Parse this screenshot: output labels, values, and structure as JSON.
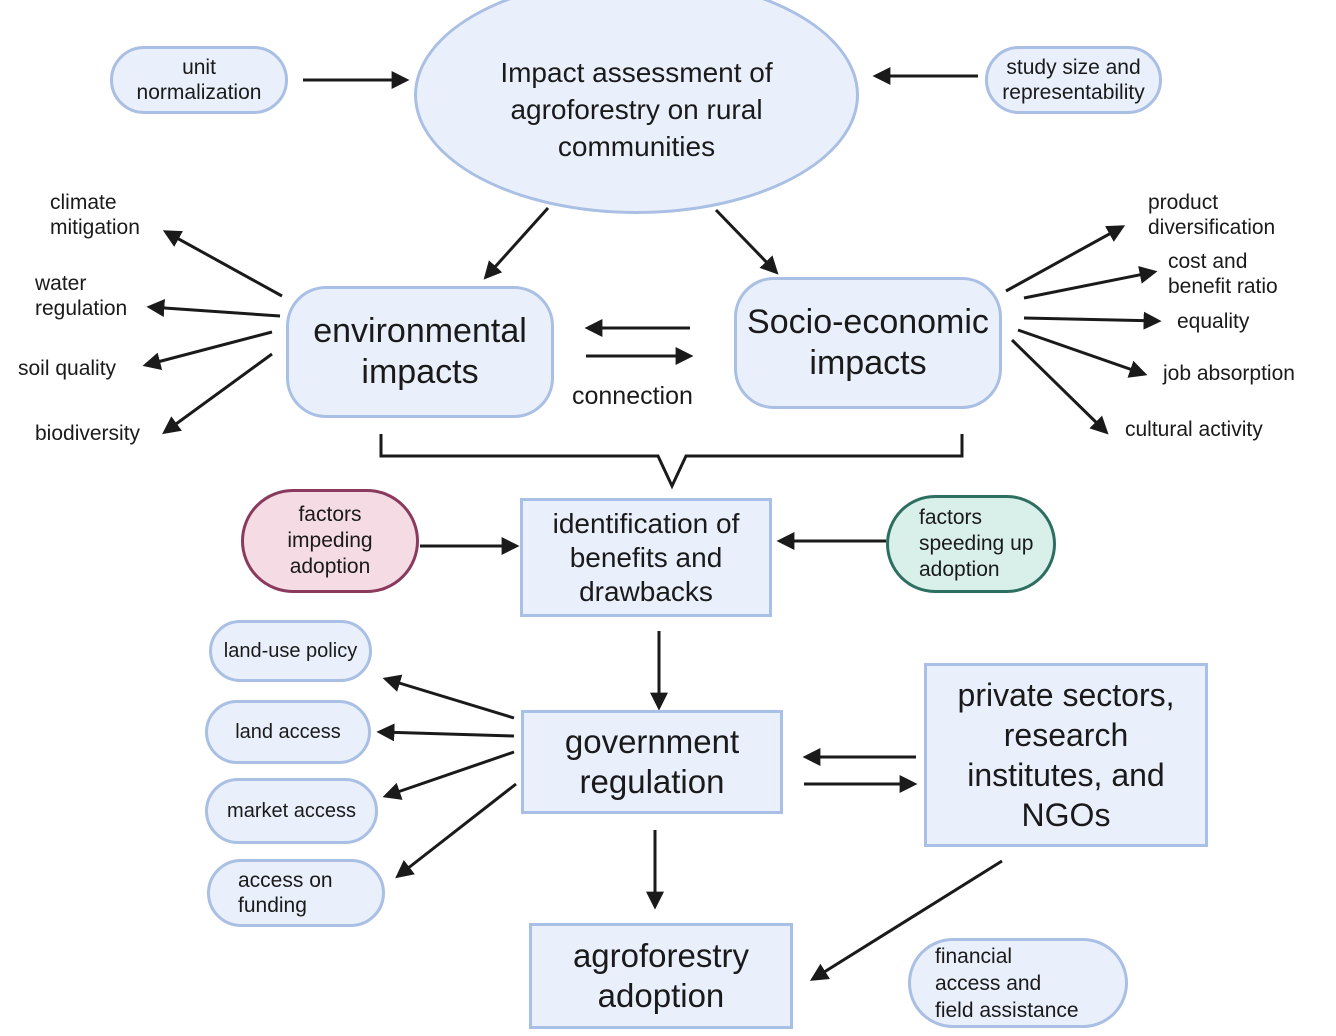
{
  "title": "Impact assessment of\nagroforestry on rural\ncommunities",
  "unit_normalization": "unit\nnormalization",
  "study_size": "study size and\nrepresentability",
  "environmental": "environmental\nimpacts",
  "socio_economic": "Socio-economic\nimpacts",
  "connection": "connection",
  "env_items": [
    "climate\nmitigation",
    "water\nregulation",
    "soil quality",
    "biodiversity"
  ],
  "socio_items": [
    "product\ndiversification",
    "cost and\nbenefit ratio",
    "equality",
    "job absorption",
    "cultural activity"
  ],
  "factors_impeding": "factors\nimpeding\nadoption",
  "identification": "identification of\nbenefits and\ndrawbacks",
  "factors_speeding": "factors\nspeeding up\nadoption",
  "gov_items": [
    "land-use policy",
    "land access",
    "market access",
    "access on\nfunding"
  ],
  "government": "government\nregulation",
  "private": "private sectors,\nresearch\ninstitutes, and\nNGOs",
  "adoption": "agroforestry\nadoption",
  "financial": "financial\naccess and\nfield assistance",
  "colors": {
    "node_fill": "#e9effb",
    "node_border": "#a9bfe3",
    "impeding_fill": "#f5dbe4",
    "impeding_border": "#8a3a5c",
    "speeding_fill": "#d8efea",
    "speeding_border": "#2c6e5f",
    "arrow": "#1a1a1a"
  }
}
